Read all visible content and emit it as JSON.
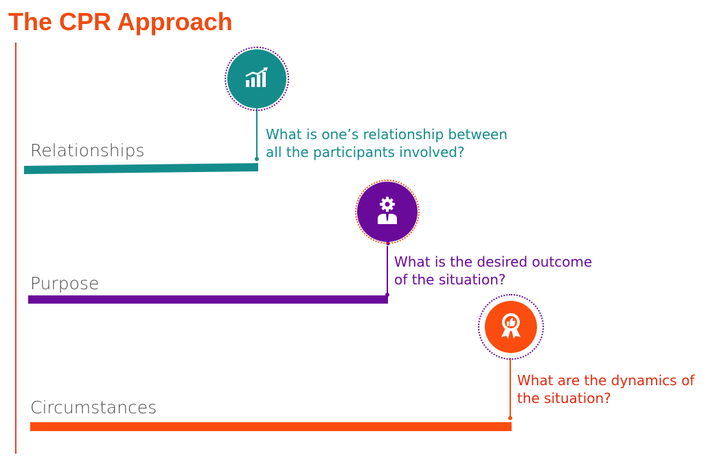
{
  "title": "The CPR Approach",
  "colors": {
    "title": "#f04a12",
    "relationships": "#148c8b",
    "purpose": "#6a0a9a",
    "circumstances": "#fb4d0f",
    "circumstances_text": "#e02a10"
  },
  "items": [
    {
      "label": "Relationships",
      "icon": "bar-chart-growth-icon",
      "question_lines": [
        "What is one’s relationship between",
        "all the participants involved?"
      ]
    },
    {
      "label": "Purpose",
      "icon": "businessperson-gear-icon",
      "question_lines": [
        "What is the desired outcome",
        "of the situation?"
      ]
    },
    {
      "label": "Circumstances",
      "icon": "thumbs-up-badge-icon",
      "question_lines": [
        "What are the dynamics of",
        "the situation?"
      ]
    }
  ]
}
